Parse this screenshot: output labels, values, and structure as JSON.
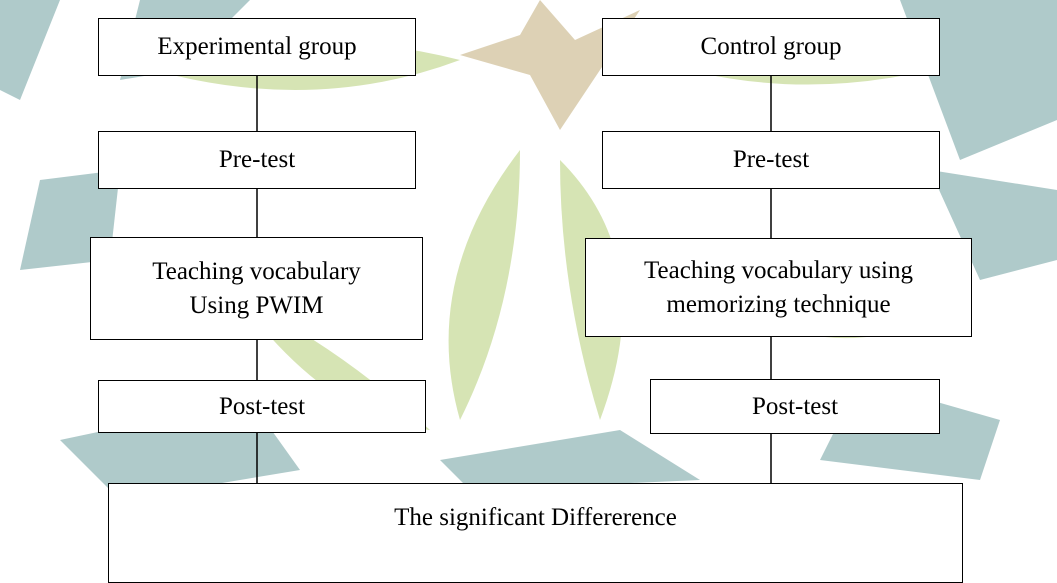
{
  "watermark": {
    "colors": {
      "teal": "#4f8a8b",
      "olive": "#a5c45a",
      "gold": "#b3995b",
      "fade": 0.55
    }
  },
  "diagram": {
    "experimental": {
      "group": "Experimental group",
      "pretest": "Pre-test",
      "treatment_line1": "Teaching vocabulary",
      "treatment_line2": "Using PWIM",
      "posttest": "Post-test"
    },
    "control": {
      "group": "Control group",
      "pretest": "Pre-test",
      "treatment_line1": "Teaching vocabulary using",
      "treatment_line2": "memorizing technique",
      "posttest": "Post-test"
    },
    "result": "The significant Differerence"
  }
}
